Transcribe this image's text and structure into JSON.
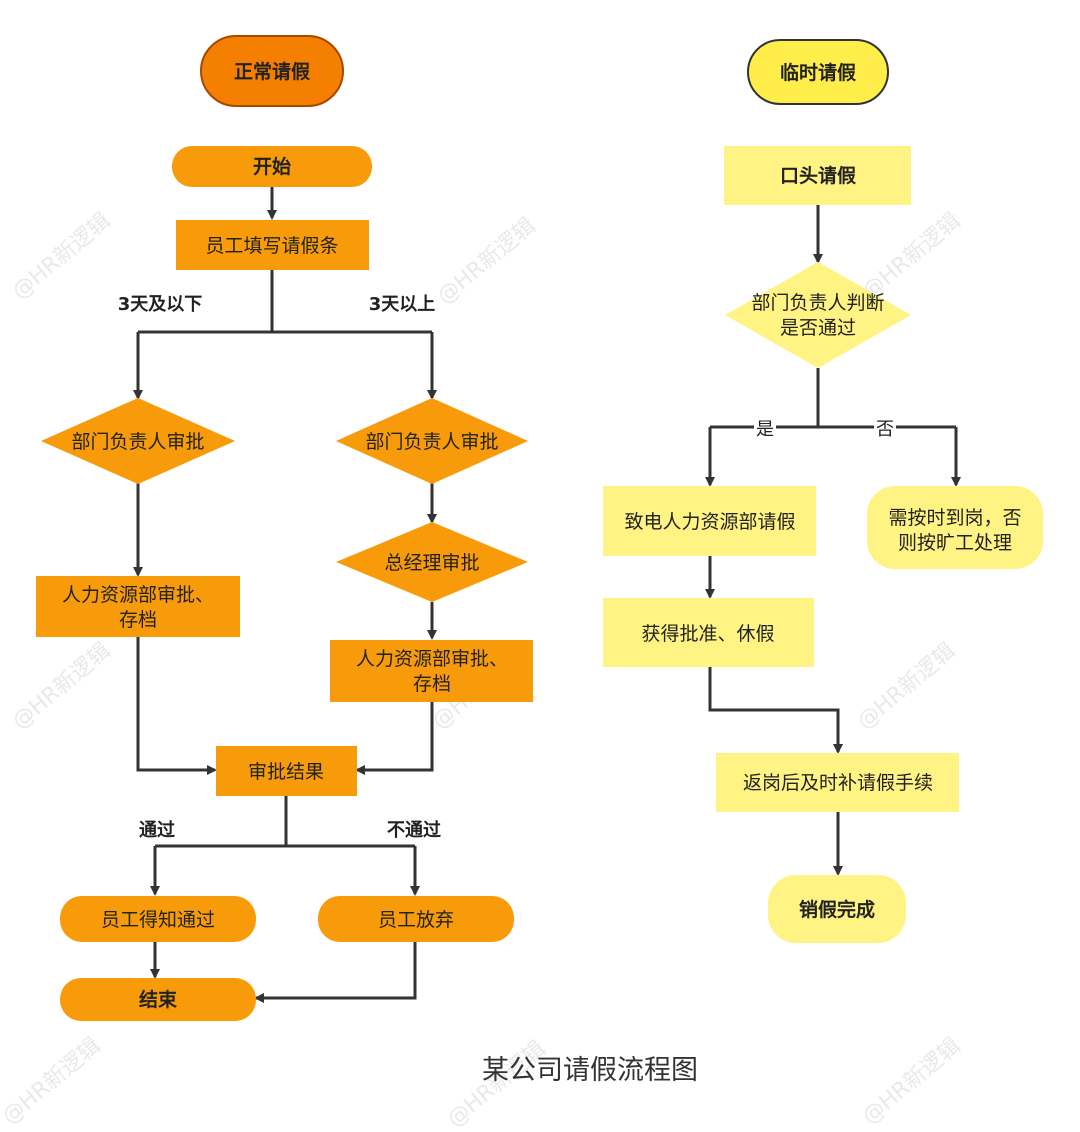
{
  "colors": {
    "orange_fill": "#f89b0a",
    "header_orange_fill": "#f47f00",
    "header_orange_stroke": "#a44a00",
    "yellow_fill": "#fff383",
    "header_yellow_fill": "#ffee4a",
    "line": "#333333",
    "text": "#222222"
  },
  "watermark": "@HR新逻辑",
  "caption": "某公司请假流程图",
  "left_flow": {
    "header": "正常请假",
    "start": "开始",
    "fill_form": "员工填写请假条",
    "branch_short": "3天及以下",
    "branch_long": "3天以上",
    "dept_approve_short": "部门负责人审批",
    "dept_approve_long": "部门负责人审批",
    "gm_approve": "总经理审批",
    "hr_archive_short_l1": "人力资源部审批、",
    "hr_archive_short_l2": "存档",
    "hr_archive_long_l1": "人力资源部审批、",
    "hr_archive_long_l2": "存档",
    "result": "审批结果",
    "pass_label": "通过",
    "fail_label": "不通过",
    "employee_informed": "员工得知通过",
    "employee_gives_up": "员工放弃",
    "end": "结束"
  },
  "right_flow": {
    "header": "临时请假",
    "oral_request": "口头请假",
    "dept_judge_l1": "部门负责人判断",
    "dept_judge_l2": "是否通过",
    "yes_label": "是",
    "no_label": "否",
    "call_hr": "致电人力资源部请假",
    "must_report_l1": "需按时到岗，否",
    "must_report_l2": "则按旷工处理",
    "approved_leave": "获得批准、休假",
    "supplement": "返岗后及时补请假手续",
    "done": "销假完成"
  }
}
